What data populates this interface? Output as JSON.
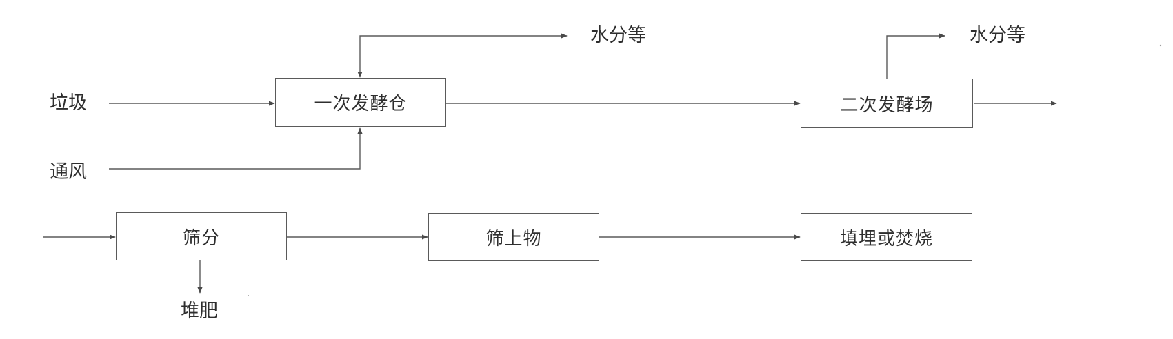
{
  "nodes": {
    "primary_fermentation": "一次发酵仓",
    "secondary_fermentation": "二次发酵场",
    "screening": "筛分",
    "oversize": "筛上物",
    "landfill_or_incineration": "填埋或焚烧"
  },
  "labels": {
    "garbage": "垃圾",
    "ventilation": "通风",
    "moisture_1": "水分等",
    "moisture_2": "水分等",
    "compost": "堆肥"
  }
}
